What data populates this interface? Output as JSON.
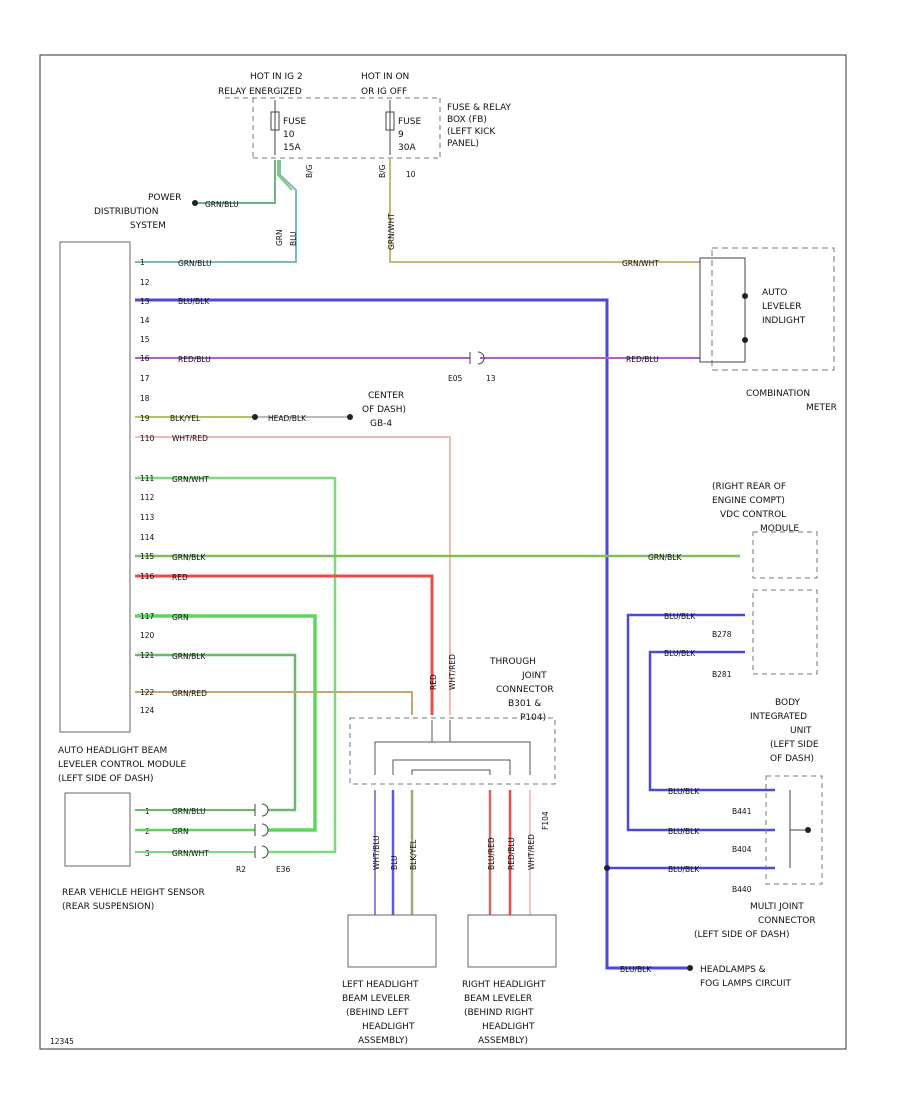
{
  "diagram_id": "12345",
  "sources": {
    "hot_ig": [
      "HOT IN IG 2",
      "RELAY ENERGIZED"
    ],
    "hot_all": [
      "HOT IN ON",
      "OR IG OFF"
    ],
    "fuse_10": [
      "FUSE",
      "10",
      "15A"
    ],
    "fuse_9": [
      "FUSE",
      "9",
      "30A"
    ],
    "fuse_box": [
      "FUSE & RELAY",
      "BOX (FB)",
      "(LEFT KICK",
      "PANEL)"
    ],
    "fuse_pin_1": "B/G",
    "fuse_pin_2": "B/G",
    "fuse_pin_3": "10"
  },
  "components": {
    "power_dist": [
      "POWER",
      "DISTRIBUTION",
      "SYSTEM"
    ],
    "control_module": [
      "AUTO HEADLIGHT BEAM",
      "LEVELER CONTROL MODULE",
      "(LEFT SIDE OF DASH)"
    ],
    "combo_meter": [
      "COMBINATION",
      "METER"
    ],
    "auto_leveler": [
      "AUTO",
      "LEVELER",
      "INDLIGHT"
    ],
    "center_dash": [
      "CENTER",
      "OF DASH)",
      "GB-4"
    ],
    "vdc": [
      "(RIGHT REAR OF",
      "ENGINE COMPT)",
      "VDC CONTROL",
      "MODULE"
    ],
    "body_unit": [
      "BODY",
      "INTEGRATED",
      "UNIT",
      "(LEFT SIDE",
      "OF DASH)"
    ],
    "joint_connector": [
      "THROUGH",
      "JOINT",
      "CONNECTOR",
      "B301 &",
      "P104)"
    ],
    "multi_joint": [
      "MULTI JOINT",
      "CONNECTOR",
      "(LEFT SIDE OF DASH)"
    ],
    "headlamps": [
      "HEADLAMPS &",
      "FOG LAMPS CIRCUIT"
    ],
    "rear_sensor": [
      "REAR VEHICLE HEIGHT SENSOR",
      "(REAR SUSPENSION)"
    ],
    "left_leveler": [
      "LEFT HEADLIGHT",
      "BEAM LEVELER",
      "(BEHIND LEFT",
      "HEADLIGHT",
      "ASSEMBLY)"
    ],
    "right_leveler": [
      "RIGHT HEADLIGHT",
      "BEAM LEVELER",
      "(BEHIND RIGHT",
      "HEADLIGHT",
      "ASSEMBLY)"
    ]
  },
  "module_pins": [
    "1",
    "12",
    "13",
    "14",
    "15",
    "16",
    "17",
    "18",
    "19",
    "110",
    "111",
    "112",
    "113",
    "114",
    "115",
    "116",
    "117",
    "120",
    "121",
    "122",
    "124"
  ],
  "wire_labels": {
    "pd": "GRN/BLU",
    "w1": "GRN/BLU",
    "w13": "BLU/BLK",
    "w16": "RED/BLU",
    "w18": "BLK/YEL",
    "w18b": "HEAD/BLK",
    "w19": "WHT/RED",
    "w110": "GRN/WHT",
    "w114": "GRN/BLK",
    "w115": "RED",
    "w116": "GRN",
    "w117": "GRN/BLK",
    "w121": "GRN/RED",
    "riser_a": "GRN",
    "riser_b": "BLU",
    "gw_down": "GRN/WHT",
    "gw_meter": "GRN/WHT",
    "meter_red": "RED/BLU",
    "vdc_w": "GRN/BLK",
    "bu1": "BLU/BLK",
    "bu2": "BLU/BLK",
    "bu3": "BLU/BLK",
    "bu4": "BLU/BLK",
    "bu5": "BLU/BLK",
    "bu6": "BLU/BLK",
    "j_red": "RED",
    "j_wr": "WHT/RED",
    "lv1": "WHT/BLU",
    "lv2": "BLU",
    "lv3": "BLK/YEL",
    "rv1": "BLU/RED",
    "rv2": "RED/BLU",
    "rv3": "WHT/RED",
    "f104": "F104",
    "sensor1": "GRN/BLU",
    "sensor2": "GRN",
    "sensor3": "GRN/WHT"
  },
  "connector_ids": {
    "e05": "E05",
    "e05_pin": "13",
    "b278": "B278",
    "b281": "B281",
    "b441": "B441",
    "b404": "B404",
    "b440": "B440",
    "r2": "R2",
    "e36": "E36"
  },
  "sensor_pins": [
    "1",
    "2",
    "3"
  ],
  "wire_colors": {
    "green_blue": "#7fb7c4",
    "blue": "#4a4ad8",
    "violet": "#b060c8",
    "green": "#5bd85b",
    "red": "#ee4a4a",
    "light_red": "#f2a0a0",
    "tan": "#c8b87a",
    "olive": "#8aa070",
    "gray": "#999999",
    "black": "#222222"
  }
}
